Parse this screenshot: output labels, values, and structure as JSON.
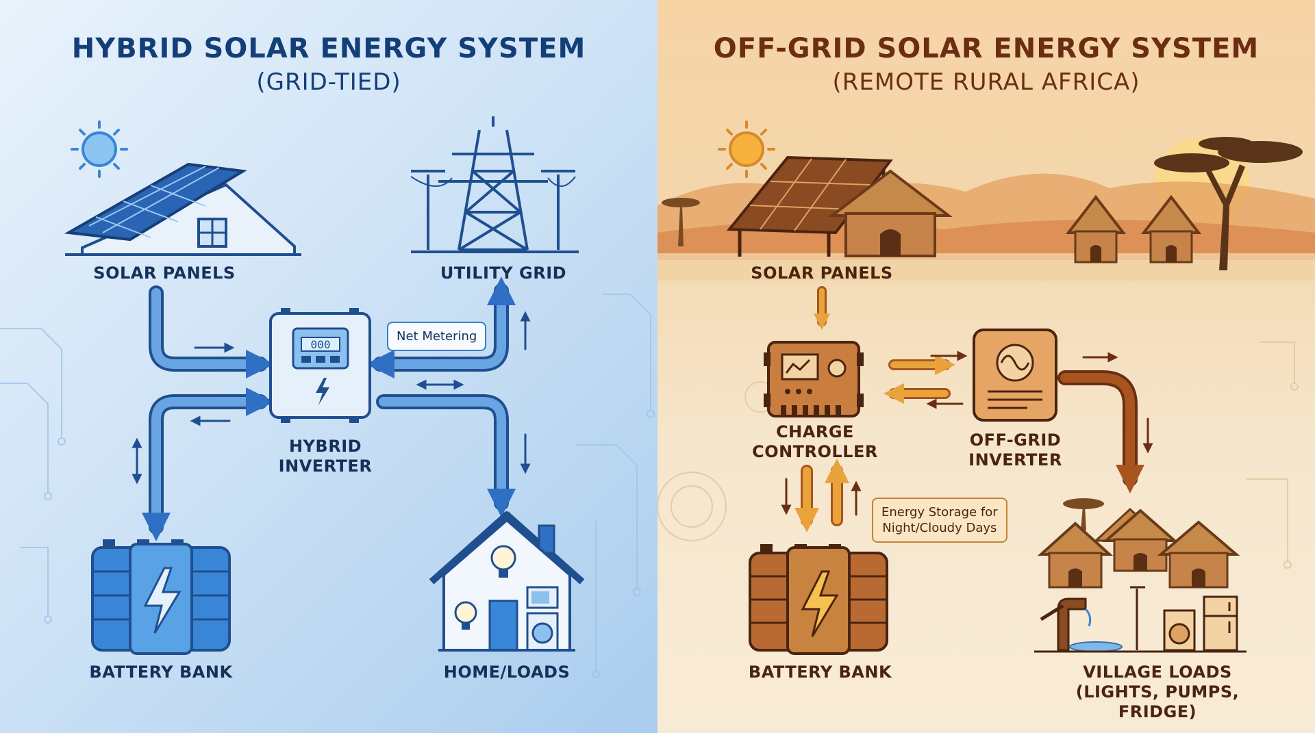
{
  "left": {
    "title": "HYBRID SOLAR ENERGY SYSTEM",
    "subtitle": "(GRID-TIED)",
    "nodes": {
      "solar": "SOLAR PANELS",
      "grid": "UTILITY GRID",
      "inverter": "HYBRID\nINVERTER",
      "battery": "BATTERY BANK",
      "home": "HOME/LOADS"
    },
    "callout": "Net Metering",
    "display": "000",
    "colors": {
      "line": "#2f6fc4",
      "line_light": "#6aa5e3",
      "ink": "#15315a"
    }
  },
  "right": {
    "title": "OFF-GRID SOLAR ENERGY SYSTEM",
    "subtitle": "(REMOTE RURAL AFRICA)",
    "nodes": {
      "solar": "SOLAR PANELS",
      "controller": "CHARGE\nCONTROLLER",
      "inverter": "OFF-GRID\nINVERTER",
      "battery": "BATTERY BANK",
      "village": "VILLAGE LOADS\n(LIGHTS, PUMPS, FRIDGE)"
    },
    "callout": "Energy Storage for\nNight/Cloudy Days",
    "colors": {
      "line": "#a8541f",
      "line_light": "#e9a33a",
      "ink": "#4a2410"
    }
  }
}
